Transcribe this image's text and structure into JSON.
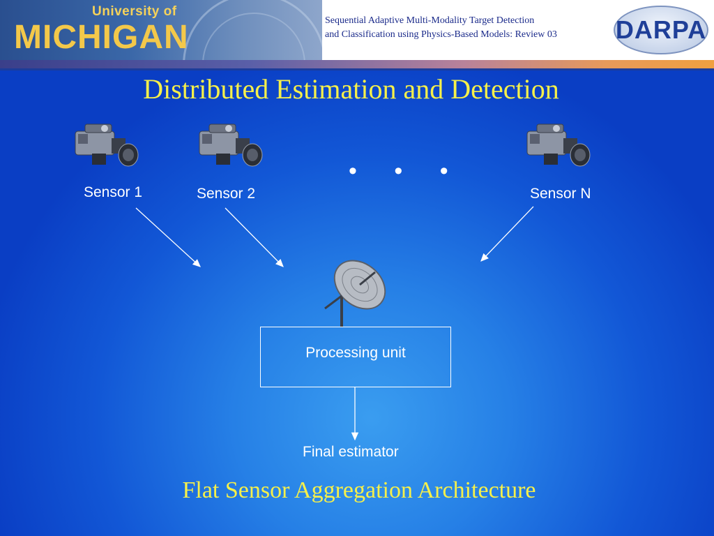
{
  "header": {
    "logo_top": "University of",
    "logo_main": "MICHIGAN",
    "title_line1": "Sequential Adaptive Multi-Modality Target Detection",
    "title_line2": "and Classification using Physics-Based Models: Review 03",
    "darpa_logo": "DARPA"
  },
  "slide": {
    "title": "Distributed Estimation and Detection",
    "subtitle": "Flat Sensor Aggregation Architecture"
  },
  "diagram": {
    "sensors": [
      "Sensor 1",
      "Sensor 2",
      "Sensor N"
    ],
    "ellipsis": "• • •",
    "processing_unit": "Processing unit",
    "output": "Final estimator"
  },
  "colors": {
    "title": "#f6f04a",
    "background": "#1257d6",
    "label": "#ffffff"
  },
  "icons": [
    "video-camera-icon",
    "satellite-dish-icon"
  ]
}
